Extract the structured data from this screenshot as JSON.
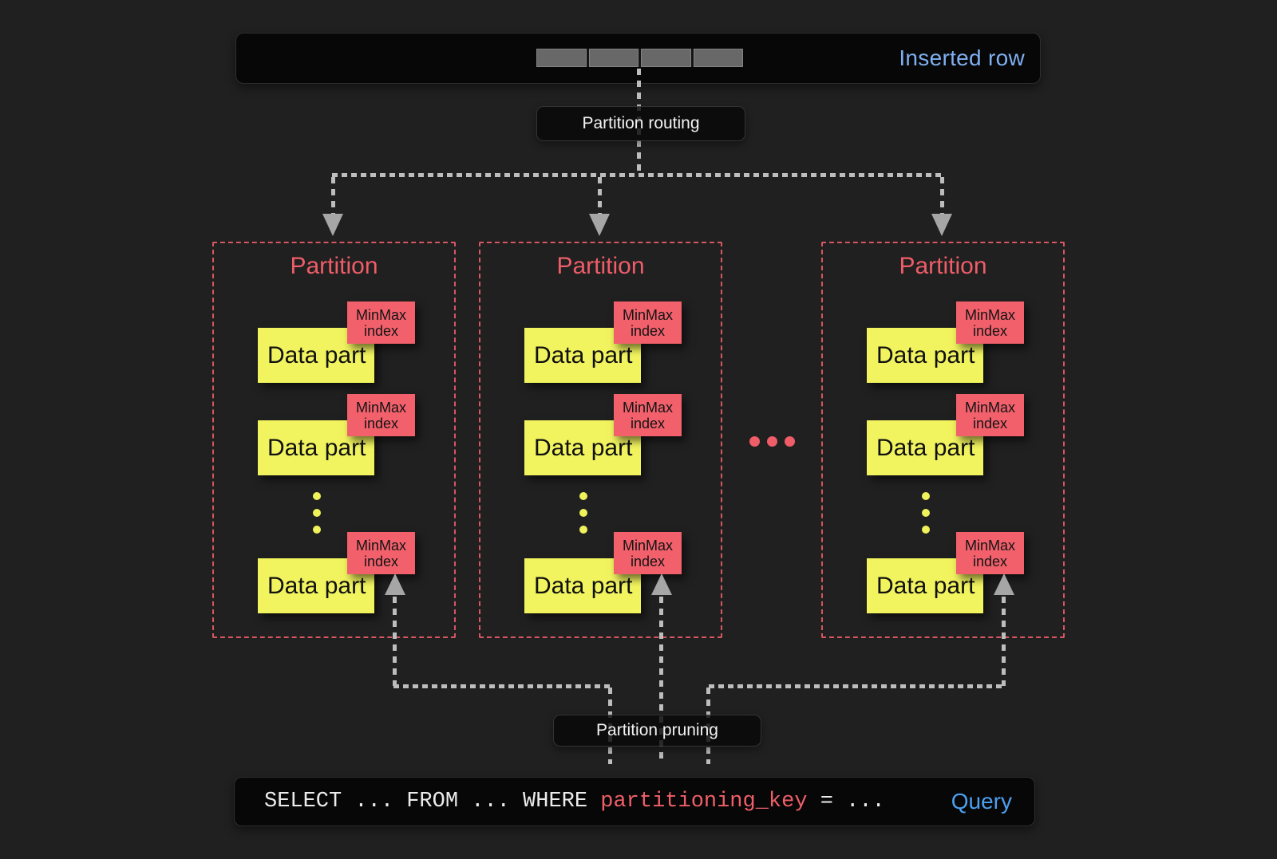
{
  "colors": {
    "background": "#202020",
    "box_background": "#070707",
    "accent_blue": "#7fb0f2",
    "accent_red": "#ee5d68",
    "sticky_yellow": "#f2f45f",
    "line_grey": "#bdbdbd",
    "query_blue": "#4d9ff0"
  },
  "inserted_row": {
    "label": "Inserted row",
    "segment_count": 4
  },
  "routing_label": "Partition routing",
  "pruning_label": "Partition pruning",
  "partitions": [
    {
      "title": "Partition",
      "parts": [
        {
          "label": "Data part",
          "index_label": "MinMax index"
        },
        {
          "label": "Data part",
          "index_label": "MinMax index"
        },
        {
          "label": "Data part",
          "index_label": "MinMax index"
        }
      ]
    },
    {
      "title": "Partition",
      "parts": [
        {
          "label": "Data part",
          "index_label": "MinMax index"
        },
        {
          "label": "Data part",
          "index_label": "MinMax index"
        },
        {
          "label": "Data part",
          "index_label": "MinMax index"
        }
      ]
    },
    {
      "title": "Partition",
      "parts": [
        {
          "label": "Data part",
          "index_label": "MinMax index"
        },
        {
          "label": "Data part",
          "index_label": "MinMax index"
        },
        {
          "label": "Data part",
          "index_label": "MinMax index"
        }
      ]
    }
  ],
  "query": {
    "sql_prefix": "SELECT ... FROM ... WHERE ",
    "sql_key": "partitioning_key",
    "sql_suffix": " = ...",
    "label": "Query"
  }
}
